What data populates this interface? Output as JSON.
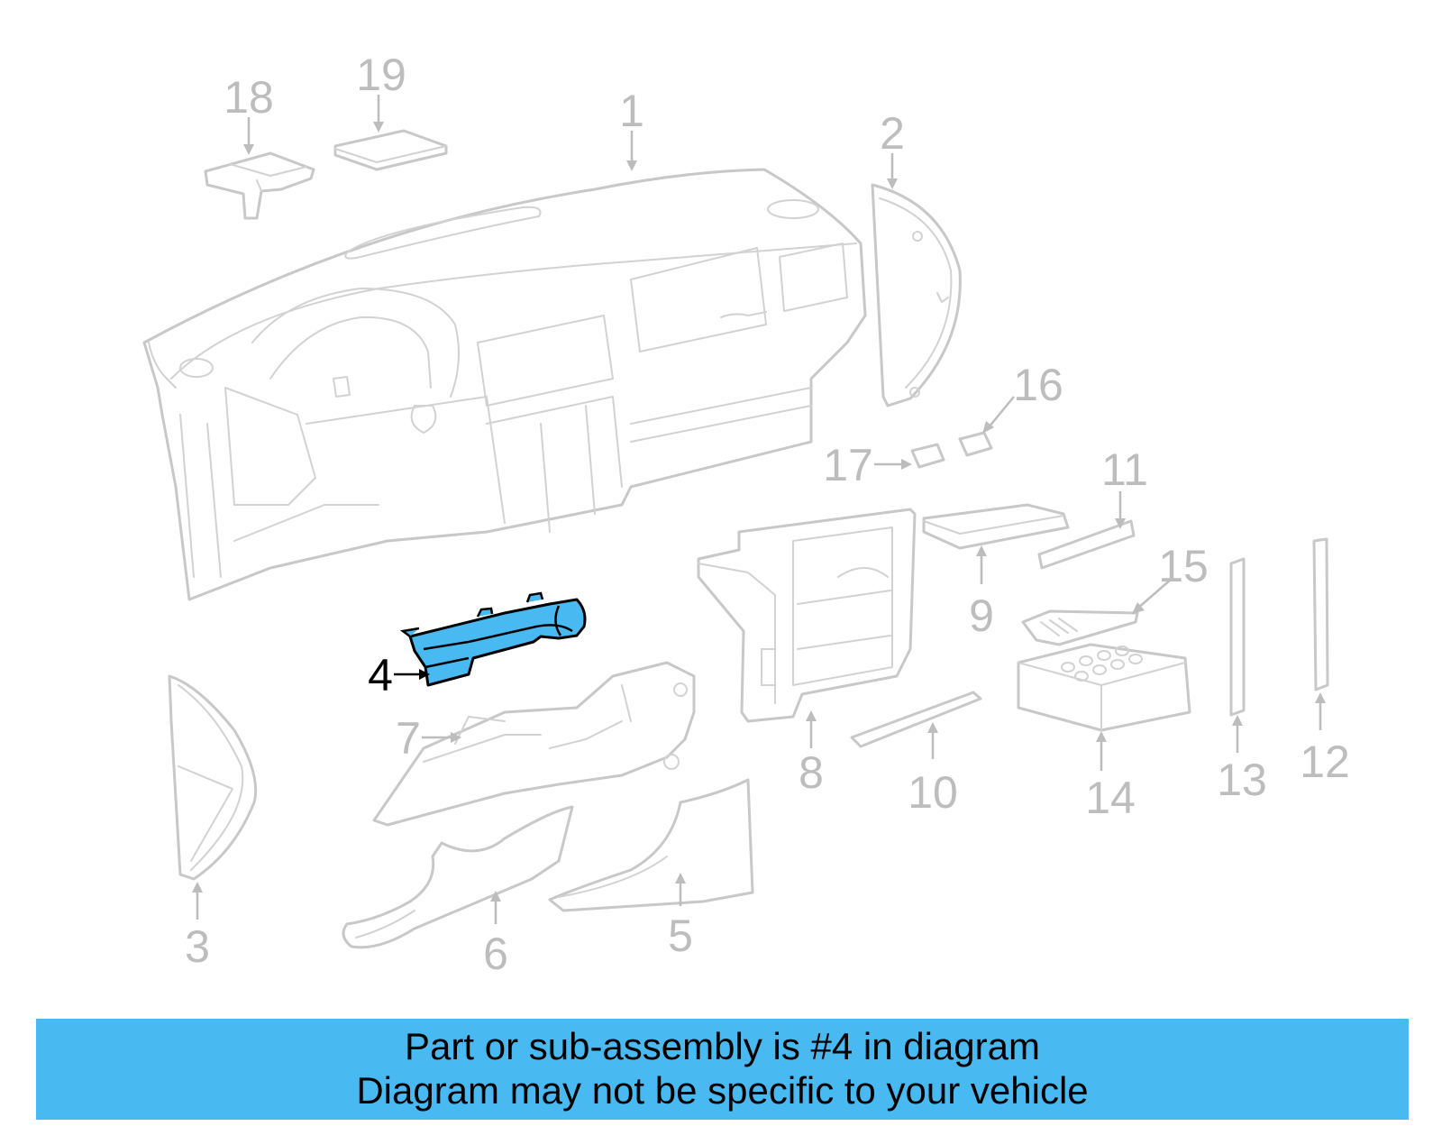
{
  "colors": {
    "highlight": "#49b9f2",
    "inactive_part": "#c8c8c8",
    "inactive_label": "#bdbdbd",
    "active_label": "#000000"
  },
  "callouts": {
    "c1": "1",
    "c2": "2",
    "c3": "3",
    "c4": "4",
    "c5": "5",
    "c6": "6",
    "c7": "7",
    "c8": "8",
    "c9": "9",
    "c10": "10",
    "c11": "11",
    "c12": "12",
    "c13": "13",
    "c14": "14",
    "c15": "15",
    "c16": "16",
    "c17": "17",
    "c18": "18",
    "c19": "19"
  },
  "banner": {
    "line1": "Part or sub-assembly is #4 in diagram",
    "line2": "Diagram may not be specific to your vehicle"
  }
}
